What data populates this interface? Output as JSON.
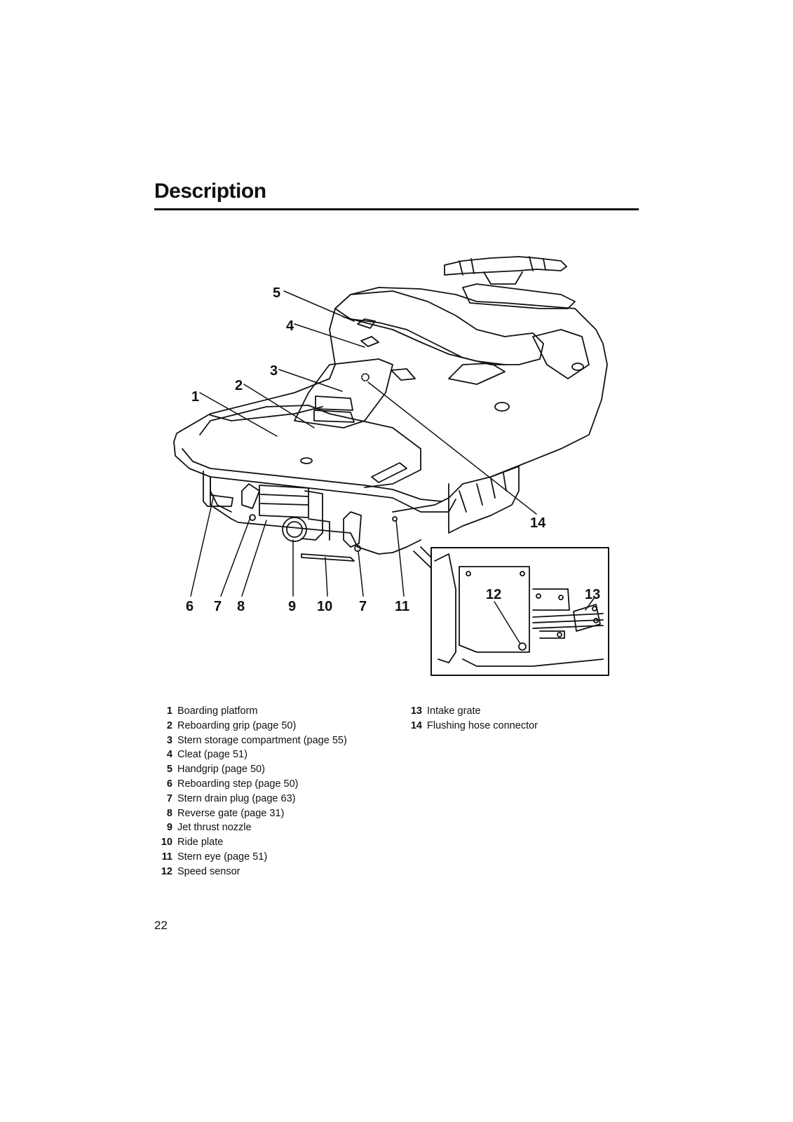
{
  "page": {
    "heading": "Description",
    "page_number": "22"
  },
  "figure": {
    "callouts": [
      "1",
      "2",
      "3",
      "4",
      "5",
      "6",
      "7",
      "8",
      "9",
      "10",
      "7",
      "11",
      "12",
      "13",
      "14"
    ]
  },
  "legend": {
    "left_column": [
      {
        "num": "1",
        "text": "Boarding platform"
      },
      {
        "num": "2",
        "text": "Reboarding grip (page 50)"
      },
      {
        "num": "3",
        "text": "Stern storage compartment (page 55)"
      },
      {
        "num": "4",
        "text": "Cleat (page 51)"
      },
      {
        "num": "5",
        "text": "Handgrip (page 50)"
      },
      {
        "num": "6",
        "text": "Reboarding step (page 50)"
      },
      {
        "num": "7",
        "text": "Stern drain plug (page 63)"
      },
      {
        "num": "8",
        "text": "Reverse gate (page 31)"
      },
      {
        "num": "9",
        "text": "Jet thrust nozzle"
      },
      {
        "num": "10",
        "text": "Ride plate"
      },
      {
        "num": "11",
        "text": "Stern eye (page 51)"
      },
      {
        "num": "12",
        "text": "Speed sensor"
      }
    ],
    "right_column": [
      {
        "num": "13",
        "text": "Intake grate"
      },
      {
        "num": "14",
        "text": "Flushing hose connector"
      }
    ]
  }
}
